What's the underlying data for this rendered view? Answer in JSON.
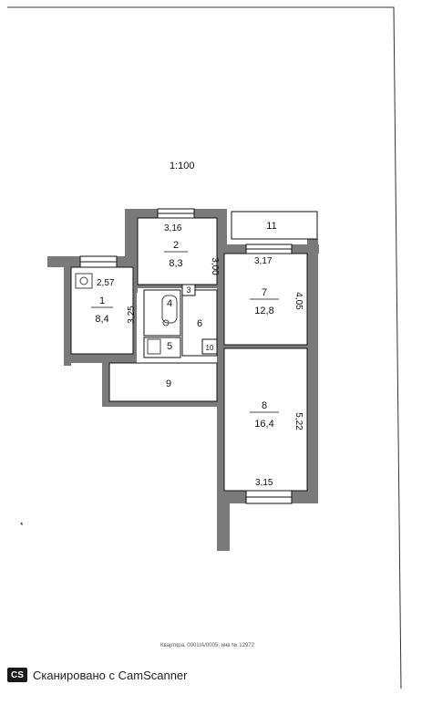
{
  "scale_label": "1:100",
  "rooms": [
    {
      "num": "1",
      "area": "8,4"
    },
    {
      "num": "2",
      "area": "8,3"
    },
    {
      "num": "3",
      "area": ""
    },
    {
      "num": "4",
      "area": ""
    },
    {
      "num": "5",
      "area": ""
    },
    {
      "num": "6",
      "area": ""
    },
    {
      "num": "7",
      "area": "12,8"
    },
    {
      "num": "8",
      "area": "16,4"
    },
    {
      "num": "9",
      "area": ""
    },
    {
      "num": "10",
      "area": ""
    },
    {
      "num": "11",
      "area": ""
    }
  ],
  "dimensions": {
    "room1_width": "2,57",
    "room1_height": "3,25",
    "room2_width": "3,16",
    "room2_height": "3,00",
    "room7_width": "3,17",
    "room7_height": "4,05",
    "room8_width": "3,15",
    "room8_height": "5,22"
  },
  "stamp_text": "Квартира. 0001/А/0005, инв № 12972",
  "footer": {
    "logo": "CS",
    "text": "Сканировано с CamScanner"
  }
}
